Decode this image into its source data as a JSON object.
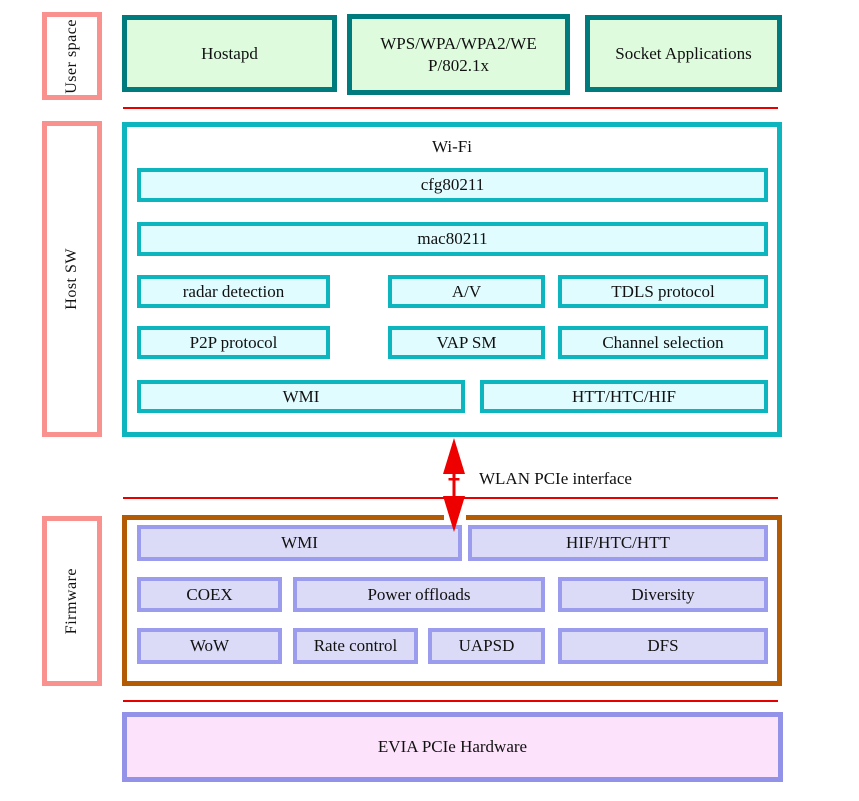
{
  "diagram": {
    "user_space": {
      "label": "User space",
      "apps": [
        "Hostapd",
        "WPS/WPA/WPA2/WE\nP/802.1x",
        "Socket Applications"
      ]
    },
    "host_sw": {
      "label": "Host SW",
      "title": "Wi-Fi",
      "full_width_modules": [
        "cfg80211",
        "mac80211"
      ],
      "module_grid": [
        [
          "radar detection",
          "A/V",
          "TDLS protocol"
        ],
        [
          "P2P protocol",
          "VAP SM",
          "Channel selection"
        ]
      ],
      "transport_modules": [
        "WMI",
        "HTT/HTC/HIF"
      ]
    },
    "interconnect": {
      "label": "WLAN PCIe interface"
    },
    "firmware": {
      "label": "Firmware",
      "transport_modules": [
        "WMI",
        "HIF/HTC/HTT"
      ],
      "row2_modules": [
        "COEX",
        "Power offloads",
        "Diversity"
      ],
      "row3_modules": [
        "WoW",
        "Rate control",
        "UAPSD",
        "DFS"
      ]
    },
    "hardware": {
      "label": "EVIA PCIe Hardware"
    }
  },
  "colors": {
    "teal_dark": "#007b7d",
    "green_fill": "#defbdd",
    "turquoise": "#0db6bf",
    "cyan_fill": "#e0fcff",
    "pink_label_border": "#f9918e",
    "line_red": "#e60000",
    "arrow_red": "#ee0000",
    "brown": "#b35a05",
    "periwinkle": "#9c9cee",
    "lavender_fill": "#dbdbf8",
    "hw_border": "#9292e9",
    "hw_fill": "#fce2fb"
  }
}
